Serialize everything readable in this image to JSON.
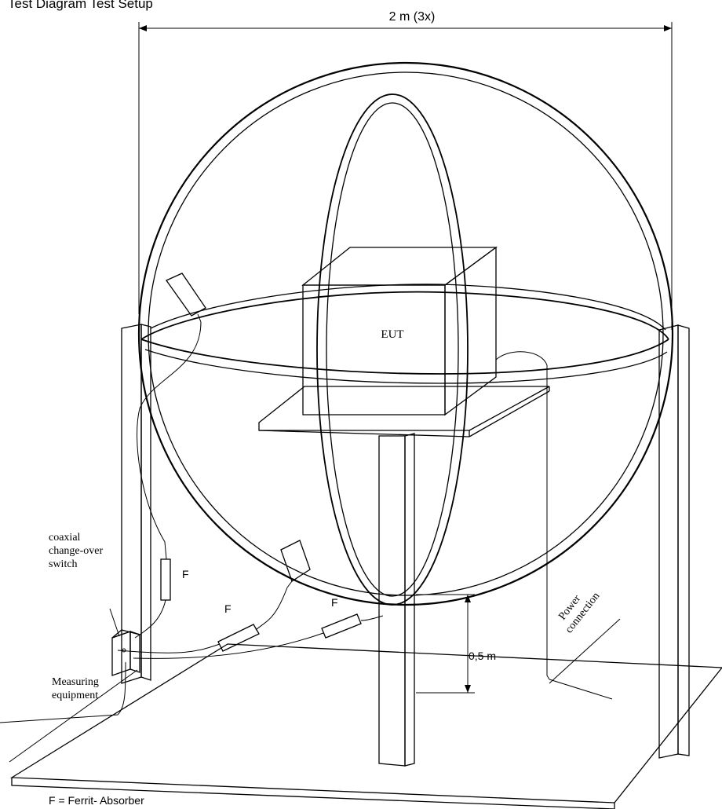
{
  "heading": "Test Diagram Test Setup",
  "dimension_top": "2 m (3x)",
  "dimension_height": "0,5 m",
  "eut_label": "EUT",
  "ferrite_marker": "F",
  "switch_label": [
    "coaxial",
    "change-over",
    "switch"
  ],
  "measuring_label": [
    "Measuring",
    "equipment"
  ],
  "power_label": [
    "Power",
    "connection"
  ],
  "legend": "F =  Ferrit- Absorber",
  "colors": {
    "line": "#000000",
    "background": "#ffffff"
  }
}
